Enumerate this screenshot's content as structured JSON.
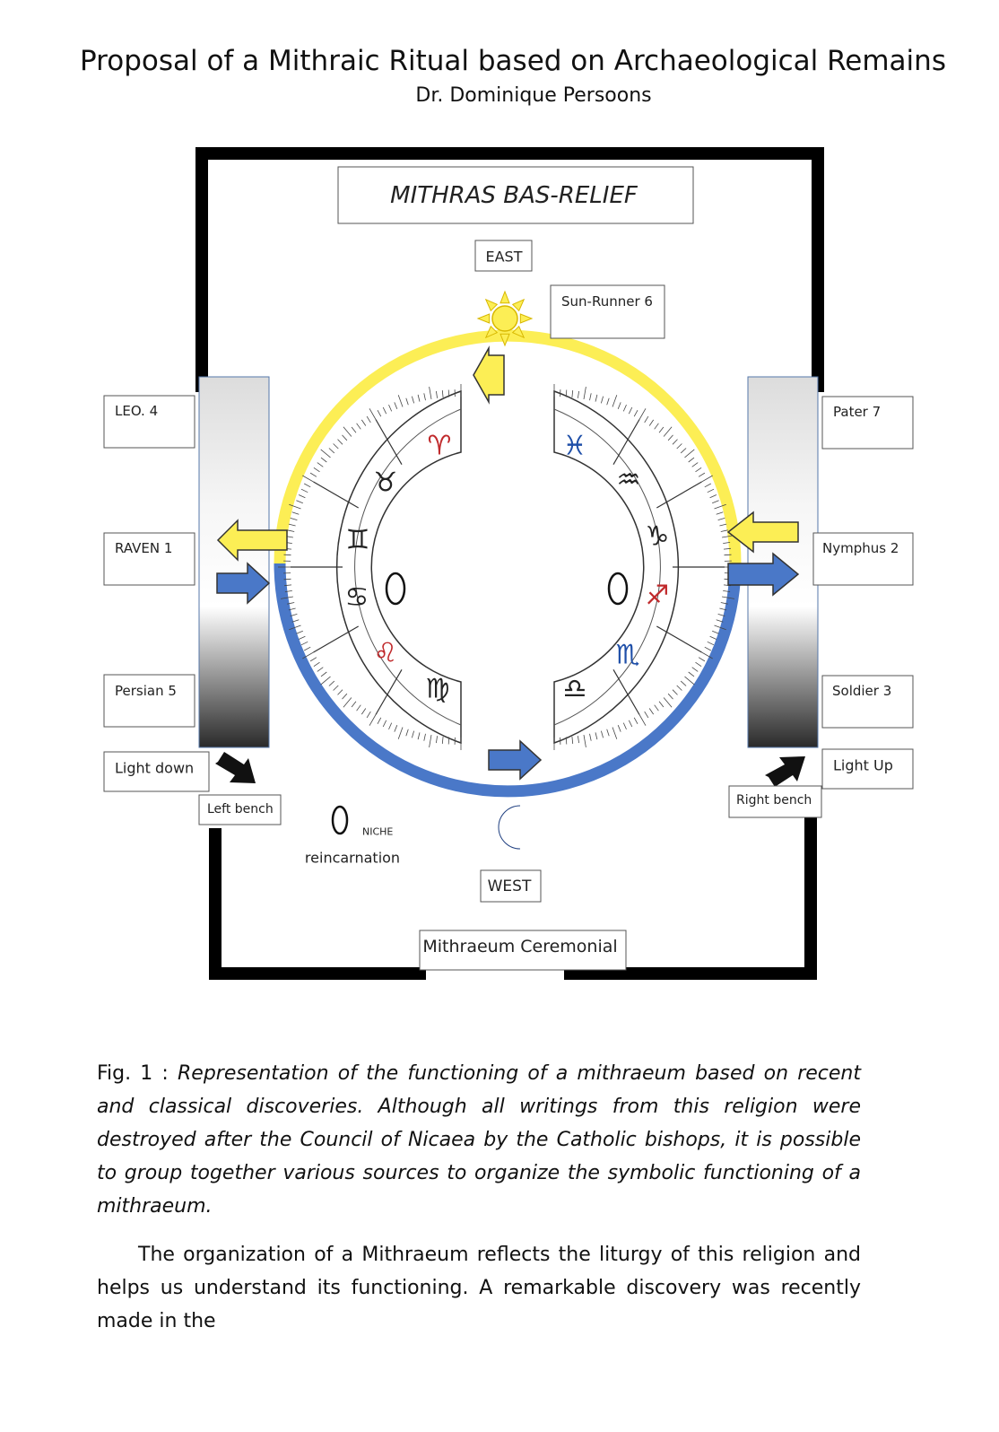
{
  "paper": {
    "title": "Proposal of a Mithraic Ritual based on Archaeological Remains",
    "author": "Dr. Dominique Persoons"
  },
  "figure": {
    "bas_relief": "MITHRAS BAS-RELIEF",
    "east": "EAST",
    "west": "WEST",
    "ceremonial": "Mithraeum Ceremonial",
    "left_bench": "Left bench",
    "right_bench": "Right bench",
    "niche": "NICHE",
    "reincarnation": "reincarnation",
    "grades_left": [
      "LEO. 4",
      "RAVEN 1",
      "Persian 5",
      "Light down"
    ],
    "grades_right": [
      "Sun-Runner 6",
      "Pater 7",
      "Nymphus 2",
      "Soldier 3",
      "Light Up"
    ],
    "zodiac_left": [
      "♈",
      "♉",
      "♊",
      "♋",
      "♌",
      "♍"
    ],
    "zodiac_right": [
      "♓",
      "♒",
      "♑",
      "♐",
      "♏",
      "♎"
    ],
    "colors": {
      "yellow": "#fcee55",
      "blue": "#4a78c8",
      "wall": "#000000"
    },
    "icons": [
      "sun-icon",
      "moon-icon",
      "arrow-icon"
    ]
  },
  "caption": {
    "label": "Fig. 1 :",
    "text": "Representation of the functioning of a mithraeum based on recent and classical discoveries. Although all writings from this religion were destroyed after the Council of Nicaea by the Catholic bishops, it is possible to group together various sources to organize the symbolic functioning of a mithraeum."
  },
  "body": {
    "paragraph": "The organization of a Mithraeum reflects the liturgy of this religion and helps us understand its functioning. A remarkable discovery was recently made in the"
  }
}
